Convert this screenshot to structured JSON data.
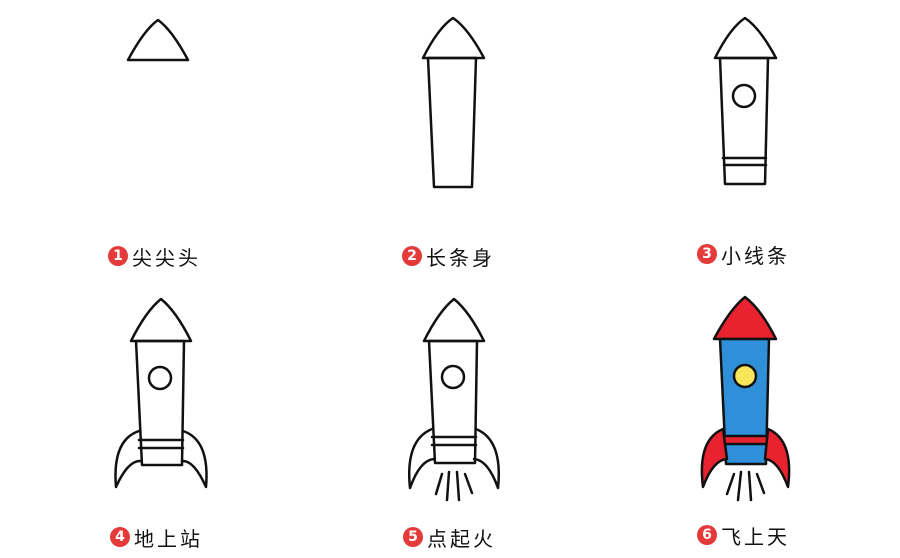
{
  "steps": [
    {
      "number": "1",
      "label": "尖尖头"
    },
    {
      "number": "2",
      "label": "长条身"
    },
    {
      "number": "3",
      "label": "小线条"
    },
    {
      "number": "4",
      "label": "地上站"
    },
    {
      "number": "5",
      "label": "点起火"
    },
    {
      "number": "6",
      "label": "飞上天"
    }
  ],
  "colors": {
    "badge": "#e53a3a",
    "outline": "#111111",
    "nose_fill": "#e8222f",
    "body_fill": "#2f8fd8",
    "window_fill": "#f6e65a",
    "fins_fill": "#e8222f"
  }
}
